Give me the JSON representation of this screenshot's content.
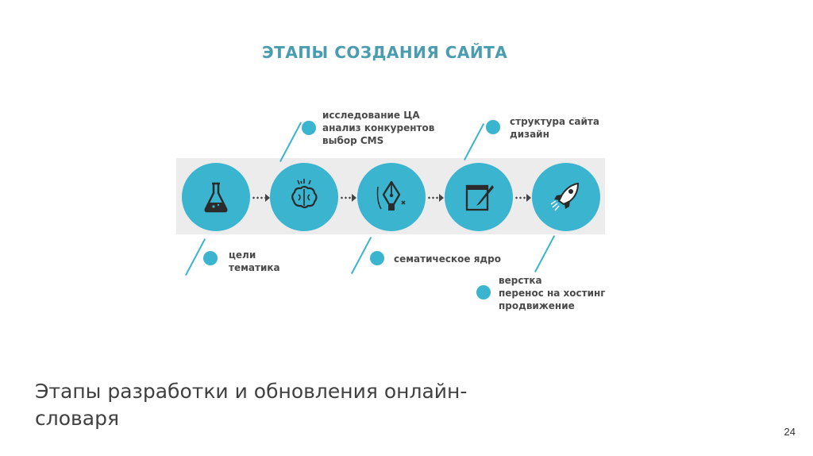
{
  "slide": {
    "diagram_title": "ЭТАПЫ СОЗДАНИЯ САЙТА",
    "caption": "Этапы разработки и обновления онлайн-словаря",
    "page_number": "24"
  },
  "colors": {
    "accent": "#3ab4cf",
    "title": "#4a9db0",
    "band": "#ececec",
    "text": "#4a4a4a"
  },
  "stages": [
    {
      "icon": "flask-icon"
    },
    {
      "icon": "brain-icon"
    },
    {
      "icon": "pen-nib-icon"
    },
    {
      "icon": "notepad-pencil-icon"
    },
    {
      "icon": "rocket-icon"
    }
  ],
  "notes": {
    "research": [
      "исследование ЦА",
      "анализ конкурентов",
      "выбор CMS"
    ],
    "structure": [
      "структура сайта",
      "дизайн"
    ],
    "goals": [
      "цели",
      "тематика"
    ],
    "semantic": [
      "сематическое ядро"
    ],
    "launch": [
      "верстка",
      "перенос на хостинг",
      "продвижение"
    ]
  }
}
